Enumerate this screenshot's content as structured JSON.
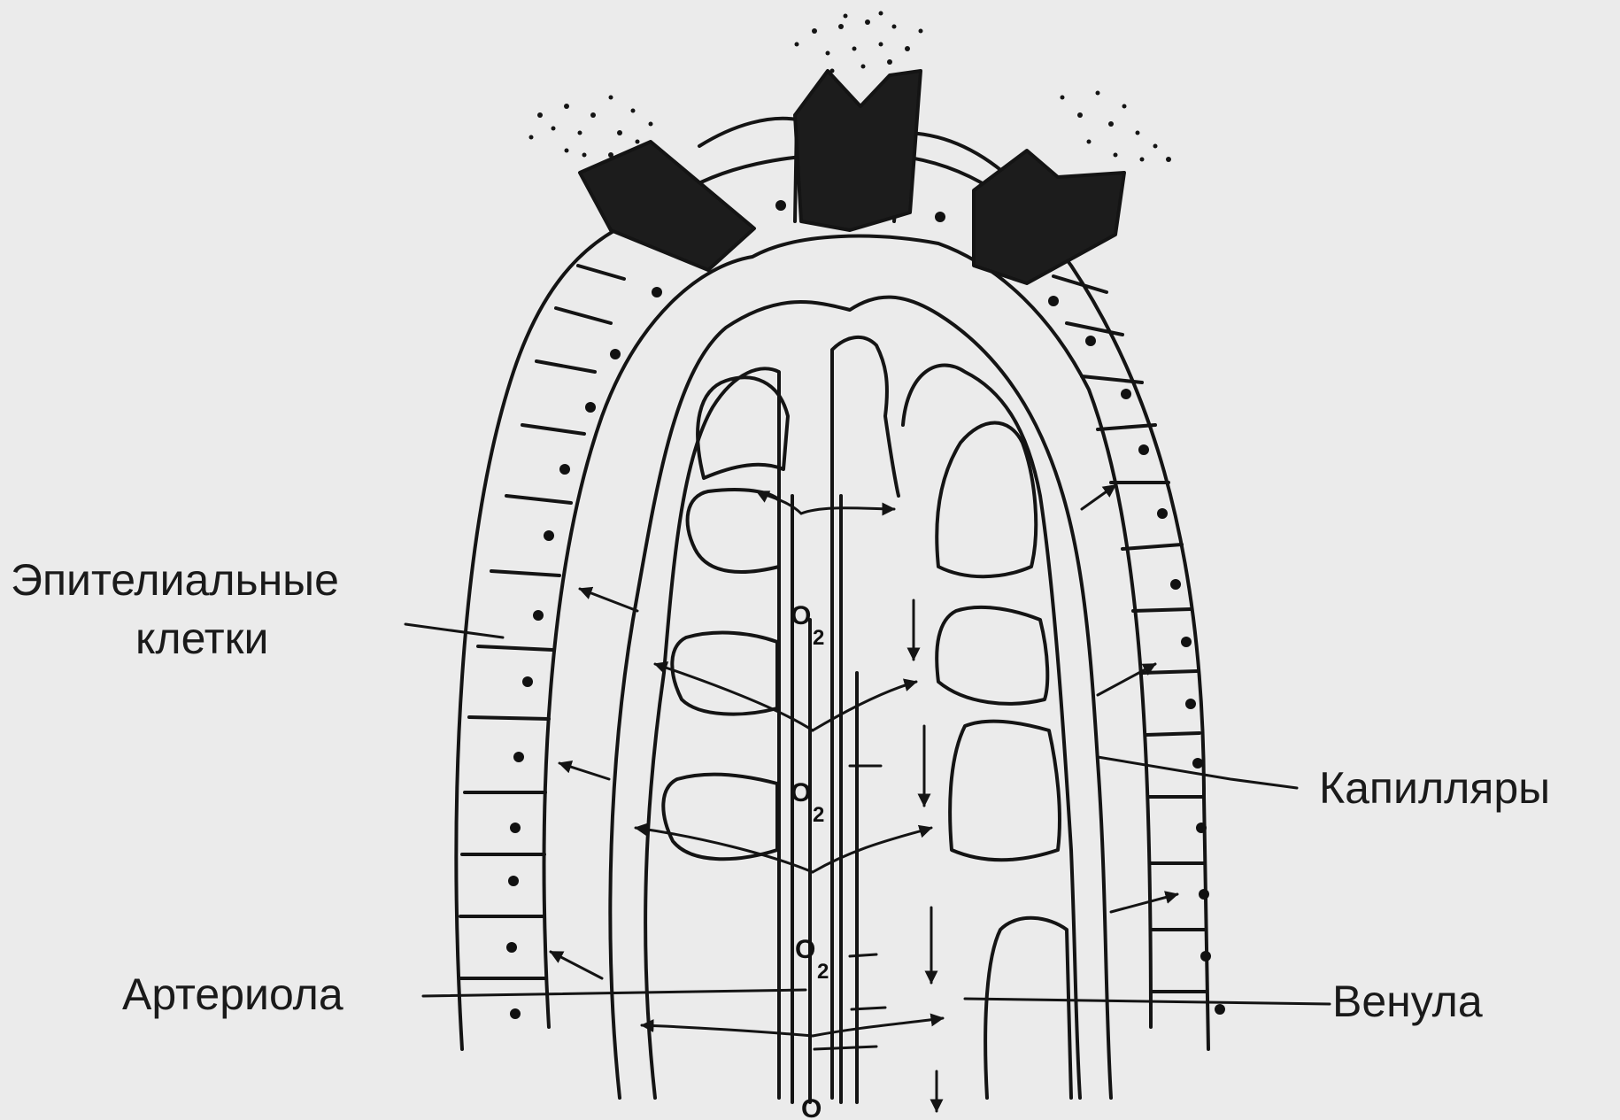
{
  "labels": {
    "epithelial_line1": "Эпителиальные",
    "epithelial_line2": "клетки",
    "capillaries": "Капилляры",
    "arteriole": "Артериола",
    "venule": "Венула",
    "o2": "O",
    "o2_sub": "2"
  },
  "colors": {
    "background": "#ebebeb",
    "ink": "#141414",
    "secretory_cell": "#1c1c1c"
  }
}
